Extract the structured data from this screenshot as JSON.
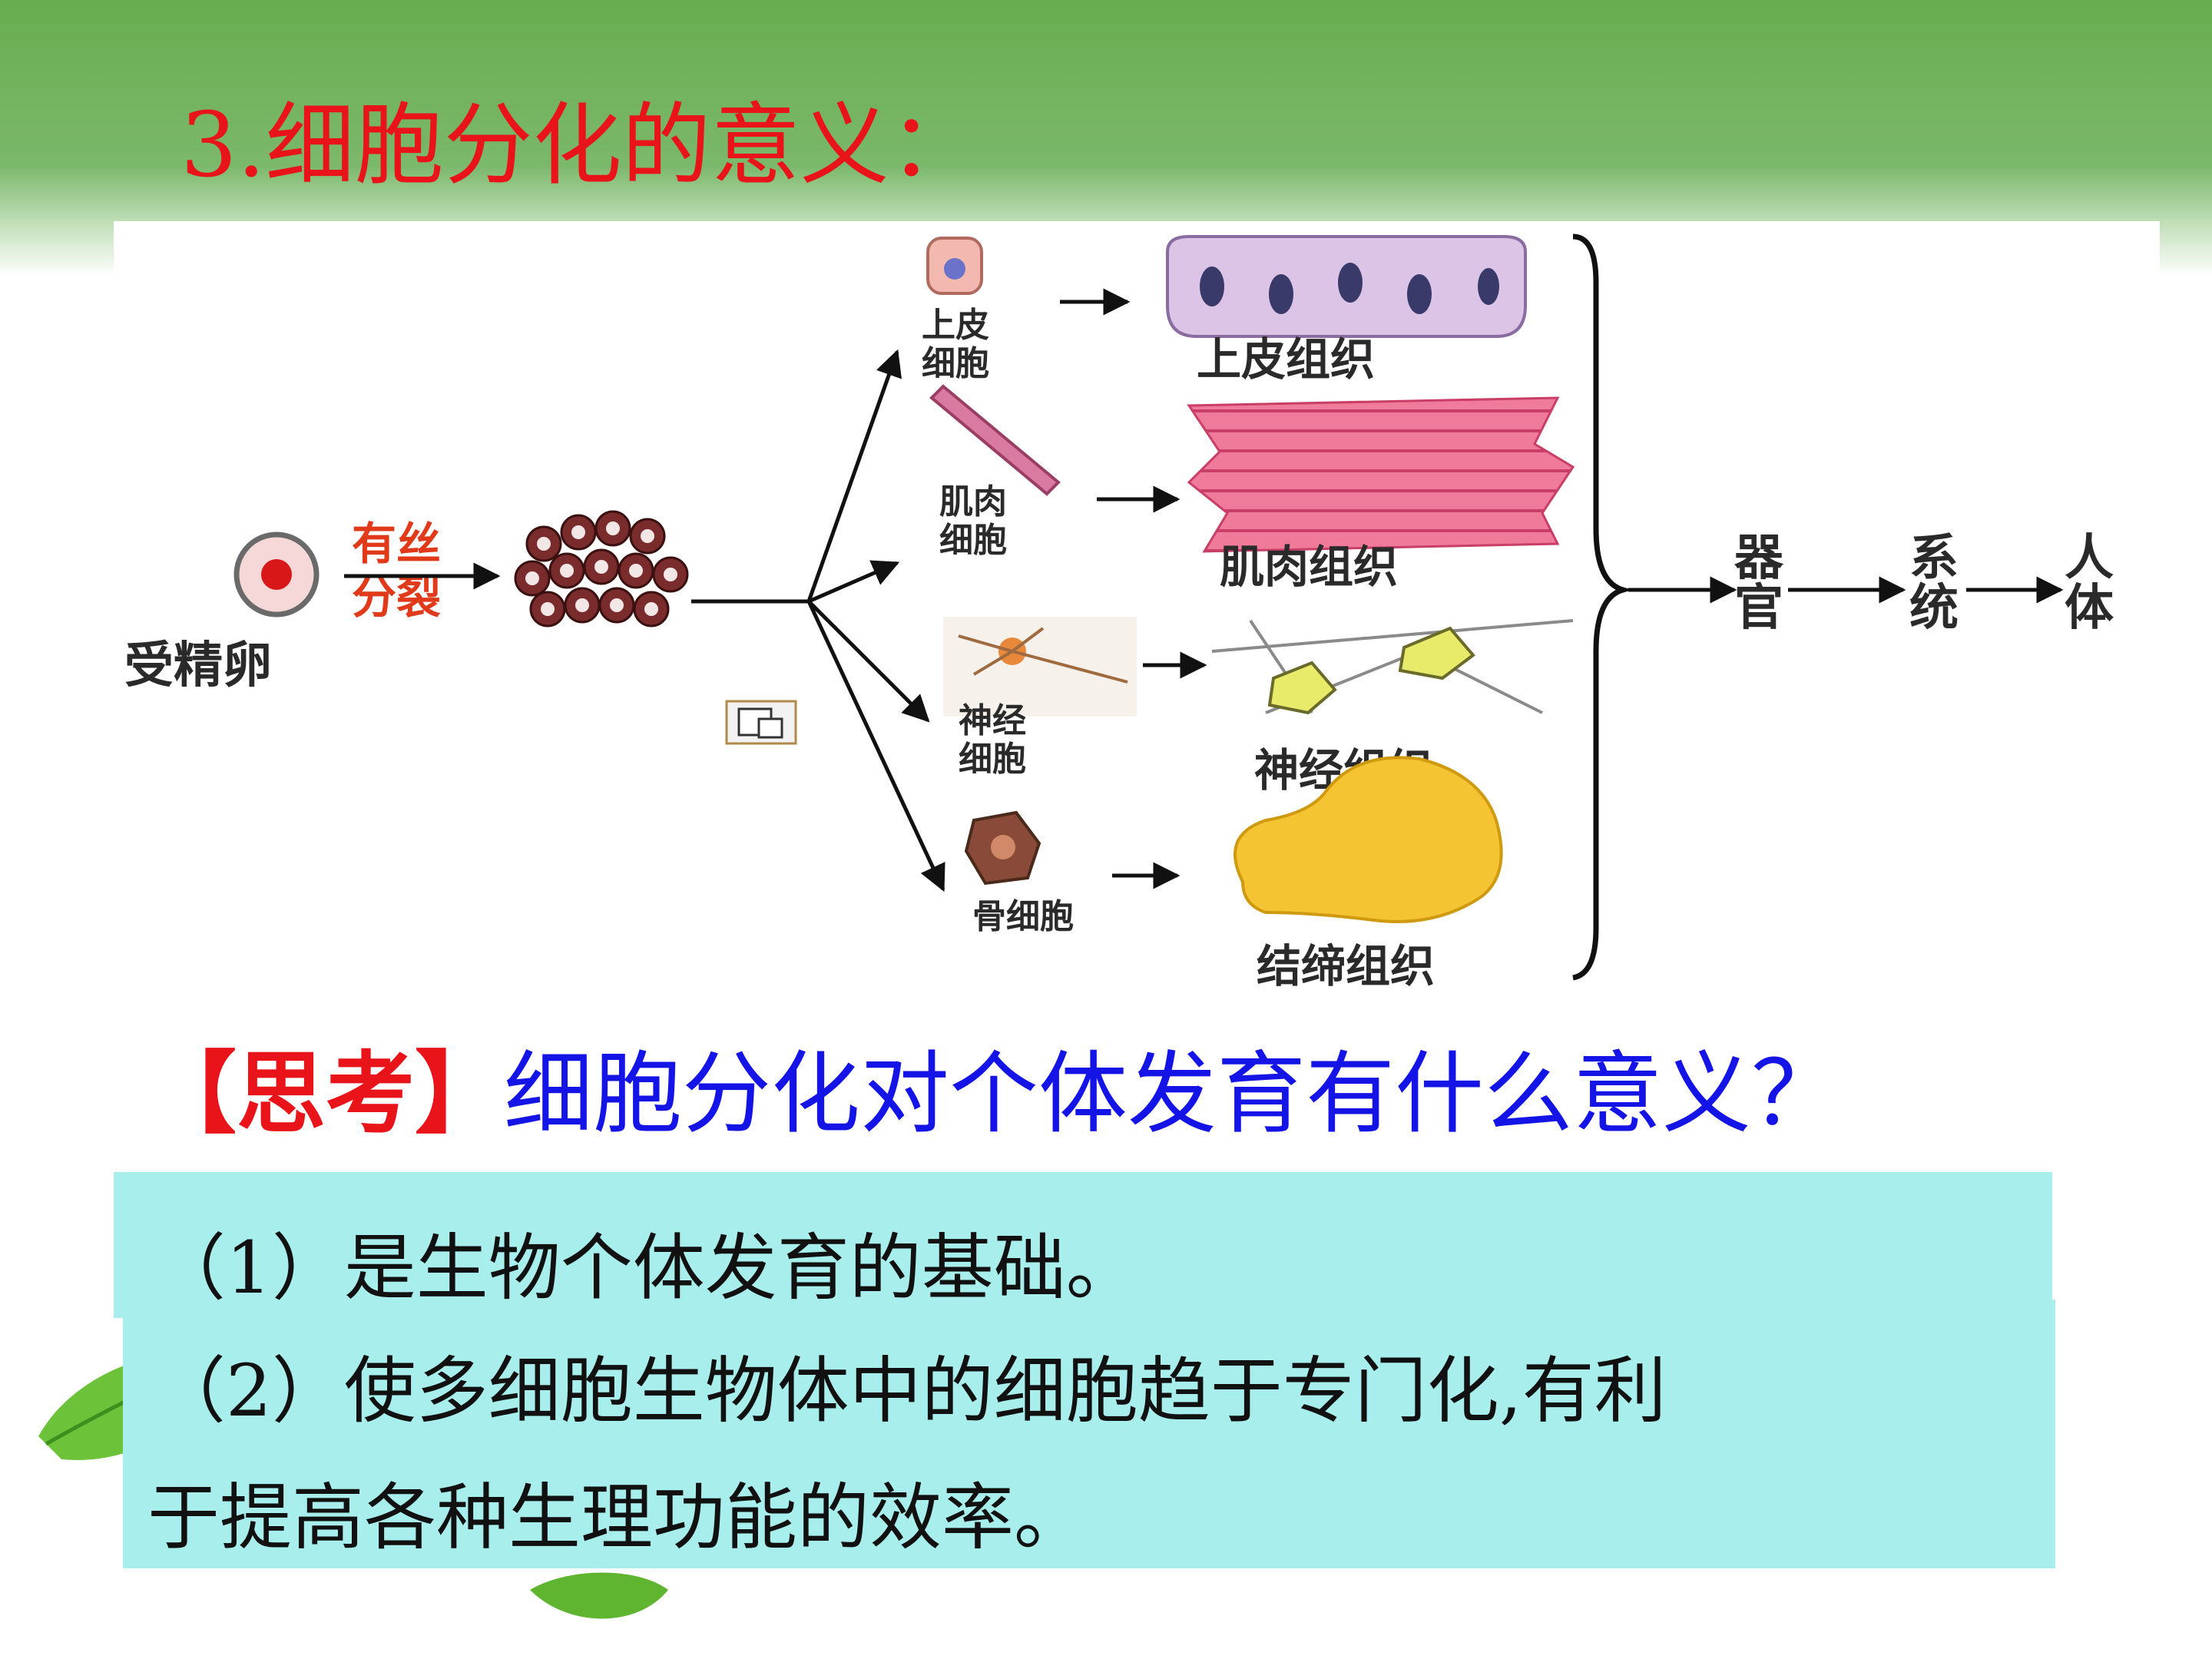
{
  "title": "3.细胞分化的意义：",
  "diagram": {
    "zygote": "受精卵",
    "division_line1": "有丝",
    "division_line2": "分裂",
    "epithelial_cell_1": "上皮",
    "epithelial_cell_2": "细胞",
    "epithelial_tissue": "上皮组织",
    "muscle_cell_1": "肌肉",
    "muscle_cell_2": "细胞",
    "muscle_tissue": "肌肉组织",
    "nerve_cell_1": "神经",
    "nerve_cell_2": "细胞",
    "nerve_tissue": "神经组织",
    "bone_cell": "骨细胞",
    "connective_tissue": "结缔组织",
    "organ_1": "器",
    "organ_2": "官",
    "system_1": "系",
    "system_2": "统",
    "body_1": "人",
    "body_2": "体"
  },
  "question": {
    "bracket": "【思考】",
    "text": "细胞分化对个体发育有什么意义？"
  },
  "answers": {
    "a1": "（1）是生物个体发育的基础。",
    "a2_line1": "（2）使多细胞生物体中的细胞趋于专门化,有利",
    "a2_line2": "于提高各种生理功能的效率。"
  },
  "colors": {
    "title": "#e8141a",
    "question_bracket": "#e8141a",
    "question_text": "#1414e6",
    "answer_box": "#a8eeec",
    "header_band": "#68ad4f"
  }
}
